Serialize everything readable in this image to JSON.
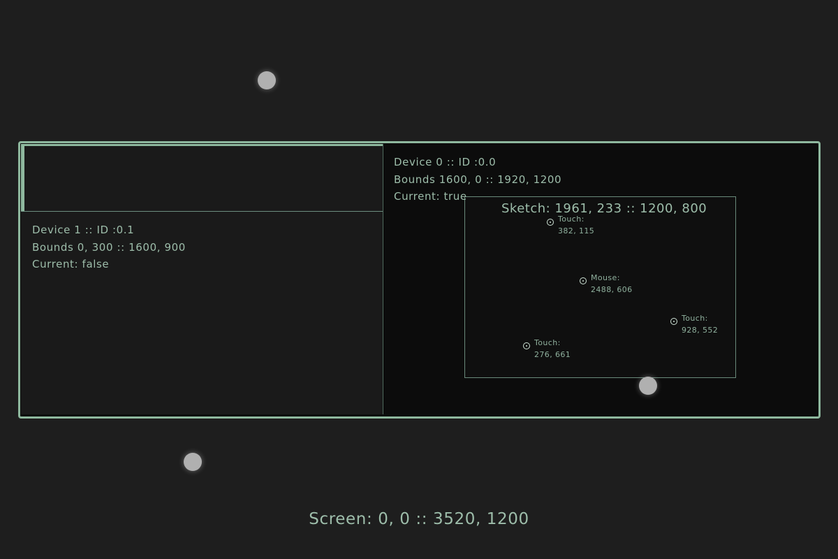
{
  "screen": {
    "label": "Screen: 0, 0 :: 3520, 1200"
  },
  "device_1": {
    "name": "Device 1 :: ID :0.1",
    "bounds": "Bounds 0, 300 :: 1600, 900",
    "current": "Current: false"
  },
  "device_0": {
    "name": "Device 0 :: ID :0.0",
    "bounds": "Bounds 1600, 0 :: 1920, 1200",
    "current": "Current: true"
  },
  "sketch": {
    "label": "Sketch: 1961, 233 :: 1200, 800"
  },
  "pointers": [
    {
      "type": "Touch:",
      "coords": "382, 115"
    },
    {
      "type": "Mouse:",
      "coords": "2488, 606"
    },
    {
      "type": "Touch:",
      "coords": "928, 552"
    },
    {
      "type": "Touch:",
      "coords": "276, 661"
    }
  ],
  "colors": {
    "accent": "#8eb89e",
    "text": "#9dbdaa",
    "background": "#1e1e1e",
    "touch_dot": "#b0b0b0"
  }
}
